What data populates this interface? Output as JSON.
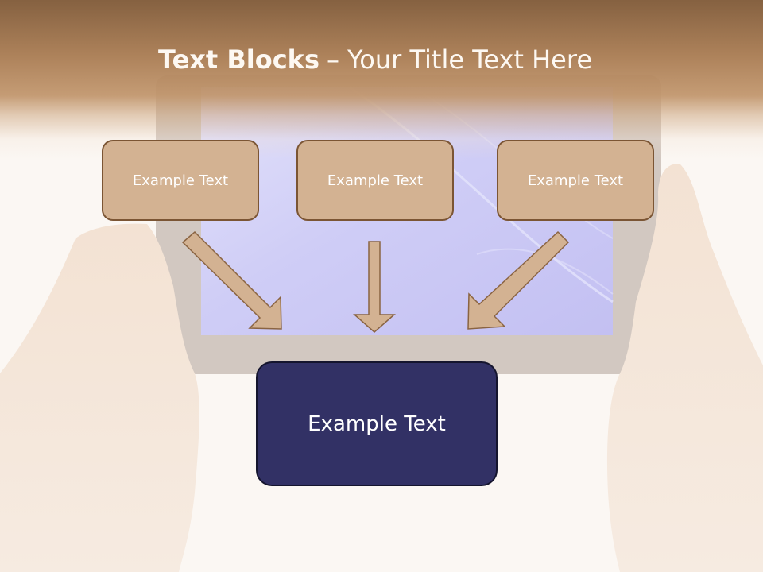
{
  "slide": {
    "title_bold": "Text Blocks",
    "title_dash": "–",
    "title_rest": "Your Title Text Here"
  },
  "blocks": [
    {
      "label": "Example Text"
    },
    {
      "label": "Example Text"
    },
    {
      "label": "Example Text"
    }
  ],
  "main_block": {
    "label": "Example Text"
  },
  "colors": {
    "header": "#8a6242",
    "box_fill": "#d3b292",
    "box_border": "#7b5534",
    "main_fill": "#323165",
    "arrow_fill": "#d3b292",
    "arrow_stroke": "#8a6442"
  },
  "background_image": "hands-holding-tablet"
}
